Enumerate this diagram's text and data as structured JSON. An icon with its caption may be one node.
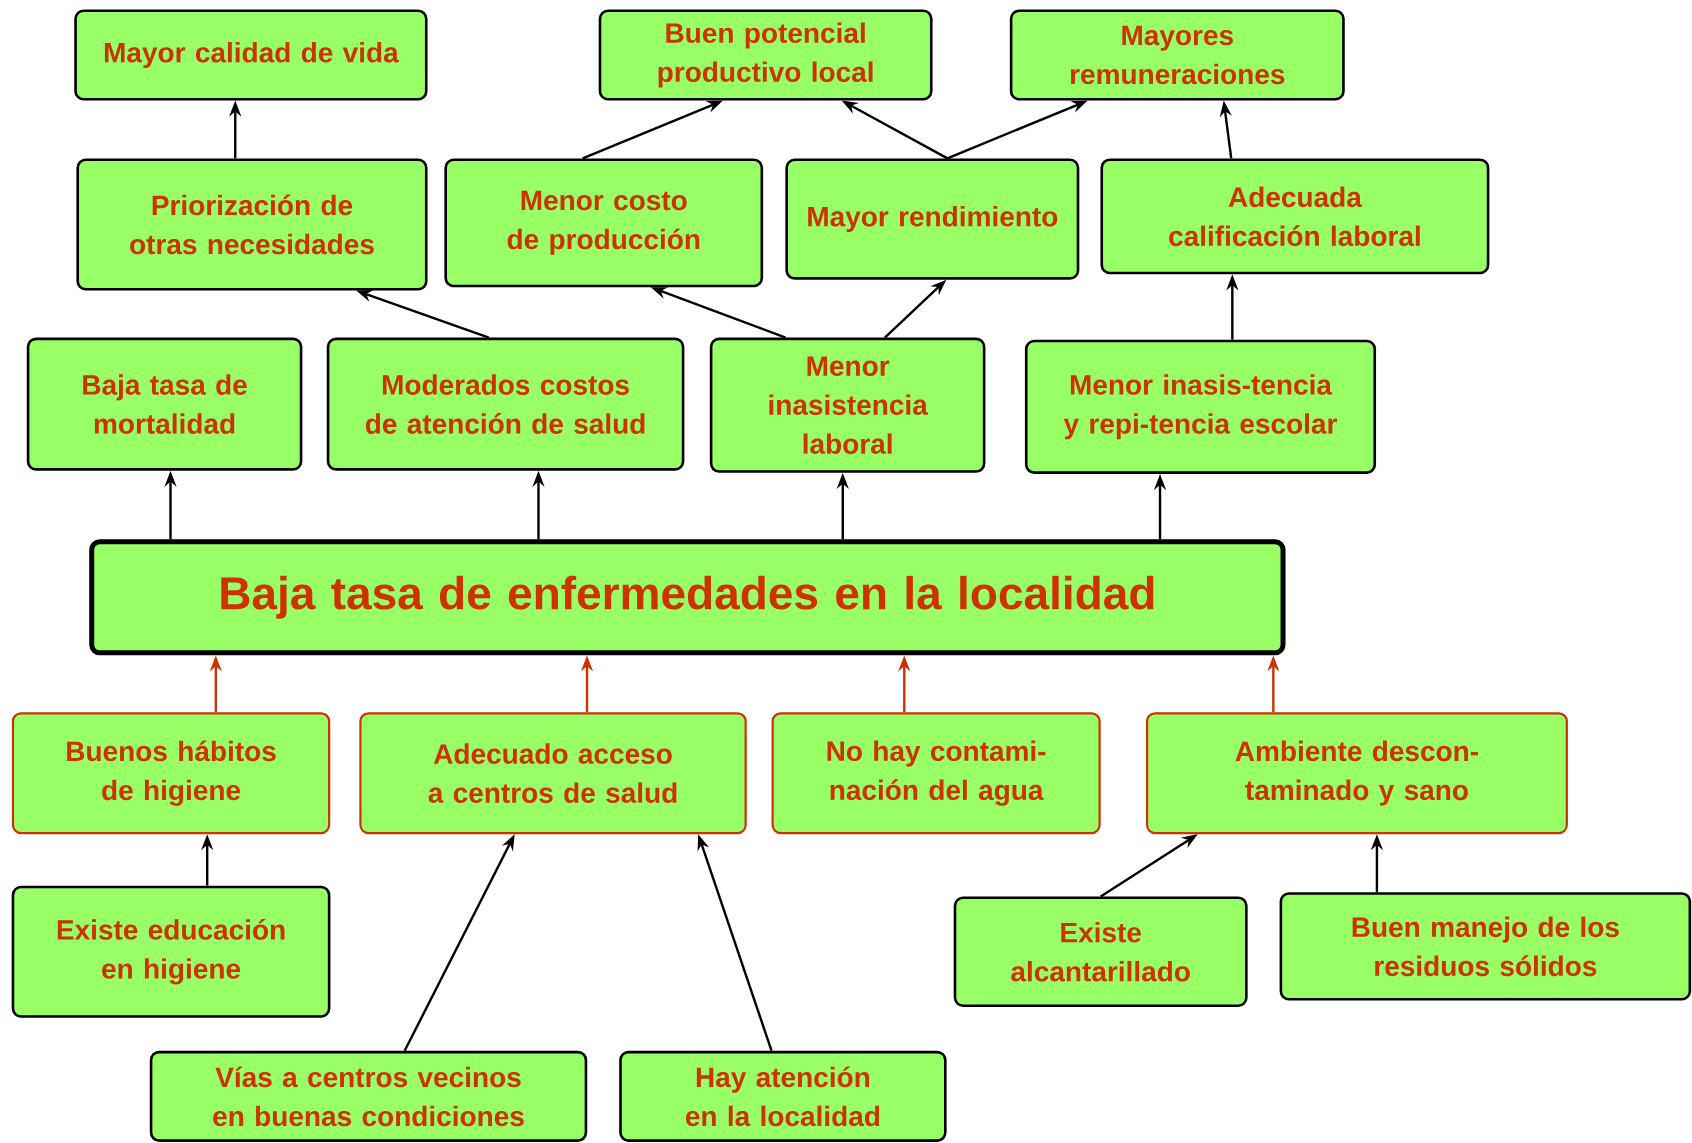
{
  "diagram": {
    "nodes": [
      {
        "text": [
          "Mayor calidad de vida"
        ]
      },
      {
        "text": [
          "Buen potencial productivo local"
        ]
      },
      {
        "text": [
          "Mayores remuneraciones"
        ]
      },
      {
        "text": [
          "Priorización de otras necesidades"
        ]
      },
      {
        "text": [
          "Menor costo de producción"
        ]
      },
      {
        "text": [
          "Mayor rendimiento"
        ]
      },
      {
        "text": [
          "Adecuada calificación laboral"
        ]
      },
      {
        "text": [
          "Baja tasa de mortalidad"
        ]
      },
      {
        "text": [
          "Moderados costos de atención de salud"
        ]
      },
      {
        "text": [
          "Menor inasistencia laboral"
        ]
      },
      {
        "text": [
          "Menor inasis-tencia y repi-tencia escolar"
        ]
      },
      {
        "text": [
          "Baja tasa de enfermedades en la localidad"
        ]
      },
      {
        "text": [
          "Buenos hábitos de higiene"
        ]
      },
      {
        "text": [
          "Adecuado acceso a centros de salud"
        ]
      },
      {
        "text": [
          "No hay contami-nación del agua"
        ]
      },
      {
        "text": [
          "Ambiente descon-taminado y sano"
        ]
      },
      {
        "text": [
          "Existe educación en higiene"
        ]
      },
      {
        "text": [
          "Existe alcantarillado"
        ]
      },
      {
        "text": [
          "Buen manejo de los residuos sólidos"
        ]
      },
      {
        "text": [
          "Vías a centros vecinos en buenas condiciones"
        ]
      },
      {
        "text": [
          "Hay atención en la localidad"
        ]
      }
    ],
    "edges": [
      {
        "from": 3,
        "to": 0,
        "arrow": "to"
      },
      {
        "from": 4,
        "to": 1,
        "arrow": "to"
      },
      {
        "from": 5,
        "to": 1,
        "arrow": "to"
      },
      {
        "from": 5,
        "to": 2,
        "arrow": "to"
      },
      {
        "from": 6,
        "to": 2,
        "arrow": "to"
      },
      {
        "from": 8,
        "to": 3,
        "arrow": "to"
      },
      {
        "from": 9,
        "to": 4,
        "arrow": "to"
      },
      {
        "from": 9,
        "to": 5,
        "arrow": "to"
      },
      {
        "from": 10,
        "to": 6,
        "arrow": "to"
      },
      {
        "from": 11,
        "to": 7,
        "arrow": "to"
      },
      {
        "from": 11,
        "to": 8,
        "arrow": "to"
      },
      {
        "from": 11,
        "to": 9,
        "arrow": "to"
      },
      {
        "from": 11,
        "to": 10,
        "arrow": "to"
      },
      {
        "from": 12,
        "to": 11,
        "arrow": "to",
        "color": "#cc3300"
      },
      {
        "from": 13,
        "to": 11,
        "arrow": "to",
        "color": "#cc3300"
      },
      {
        "from": 14,
        "to": 11,
        "arrow": "to",
        "color": "#cc3300"
      },
      {
        "from": 15,
        "to": 11,
        "arrow": "to",
        "color": "#cc3300"
      },
      {
        "from": 16,
        "to": 12,
        "arrow": "to"
      },
      {
        "from": 19,
        "to": 13,
        "arrow": "to"
      },
      {
        "from": 20,
        "to": 13,
        "arrow": "to"
      },
      {
        "from": 17,
        "to": 15,
        "arrow": "to"
      },
      {
        "from": 18,
        "to": 15,
        "arrow": "to"
      }
    ]
  }
}
